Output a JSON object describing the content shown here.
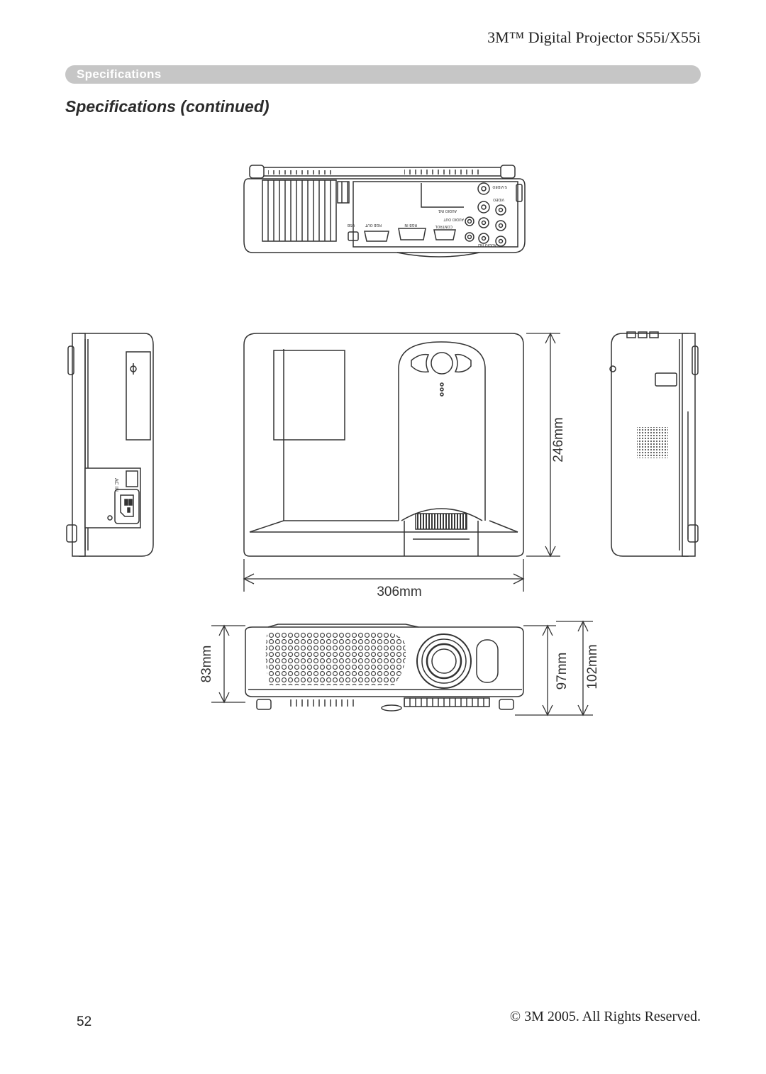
{
  "header": {
    "title": "3M™ Digital Projector S55i/X55i"
  },
  "section": {
    "bar_label": "Specifications",
    "heading": "Specifications (continued)"
  },
  "dimensions": {
    "depth": "246mm",
    "width": "306mm",
    "height_body": "83mm",
    "height_with_feet": "97mm",
    "height_max": "102mm"
  },
  "rear_panel_labels": {
    "s_video": "S-VIDEO",
    "video": "VIDEO",
    "audio_in_1": "AUDIO IN1",
    "audio_out": "AUDIO OUT",
    "control": "CONTROL",
    "rgb_in": "RGB IN",
    "rgb_out": "RGB OUT",
    "usb": "USB",
    "audio_in_2": "AUDIO IN2"
  },
  "side_panel_labels": {
    "ac_in": "AC IN"
  },
  "footer": {
    "page_number": "52",
    "copyright": "© 3M 2005.  All Rights Reserved."
  },
  "colors": {
    "section_bar": "#c6c6c6",
    "line": "#333333",
    "text": "#222222"
  }
}
